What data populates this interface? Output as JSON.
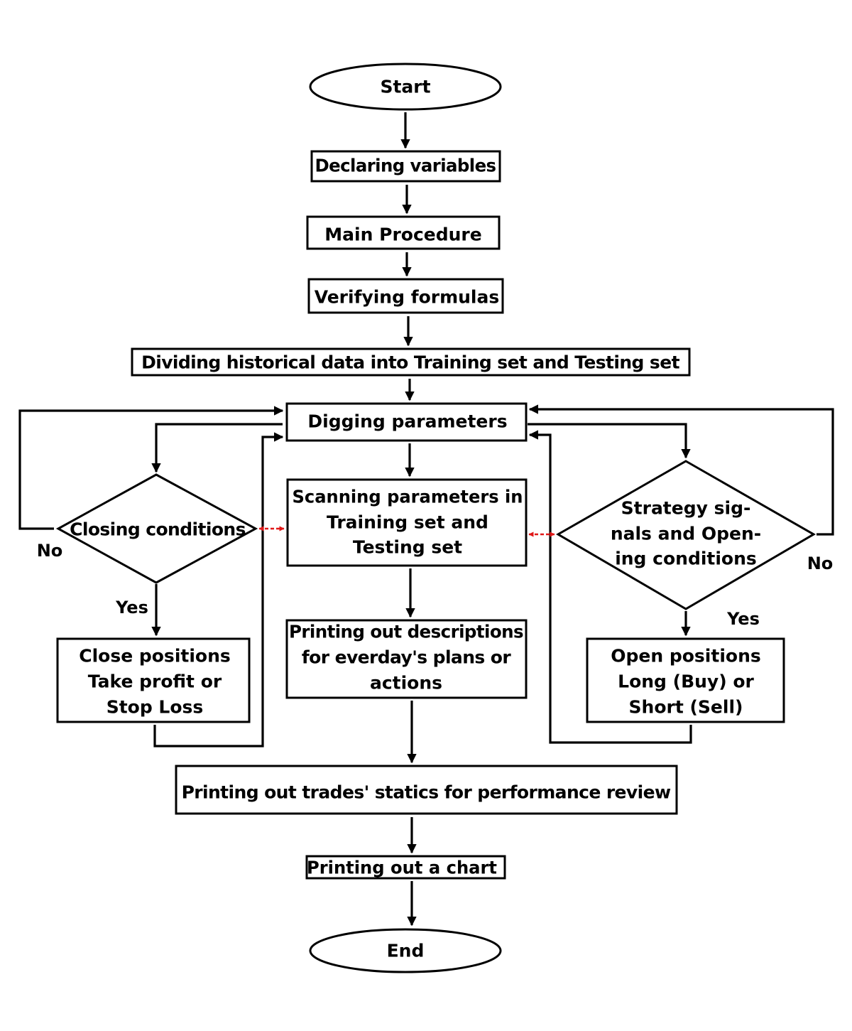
{
  "diagram": {
    "start": "Start",
    "declaring": "Declaring variables",
    "main": "Main Procedure",
    "verifying": "Verifying formulas",
    "dividing": "Dividing historical data into Training set and Testing set",
    "digging": "Digging parameters",
    "scanning": [
      "Scanning parameters in",
      "Training set and",
      "Testing set"
    ],
    "closing": "Closing conditions",
    "strategy": [
      "Strategy sig-",
      "nals and Open-",
      "ing conditions"
    ],
    "close_positions": [
      "Close positions",
      "Take profit or",
      "Stop Loss"
    ],
    "printing_descriptions": [
      "Printing out descriptions",
      "for everday's plans or",
      "actions"
    ],
    "open_positions": [
      "Open positions",
      "Long (Buy) or",
      "Short (Sell)"
    ],
    "printing_trades": "Printing out trades' statics for performance review",
    "printing_chart": "Printing out a chart",
    "end": "End",
    "left_no": "No",
    "left_yes": "Yes",
    "right_no": "No",
    "right_yes": "Yes"
  }
}
